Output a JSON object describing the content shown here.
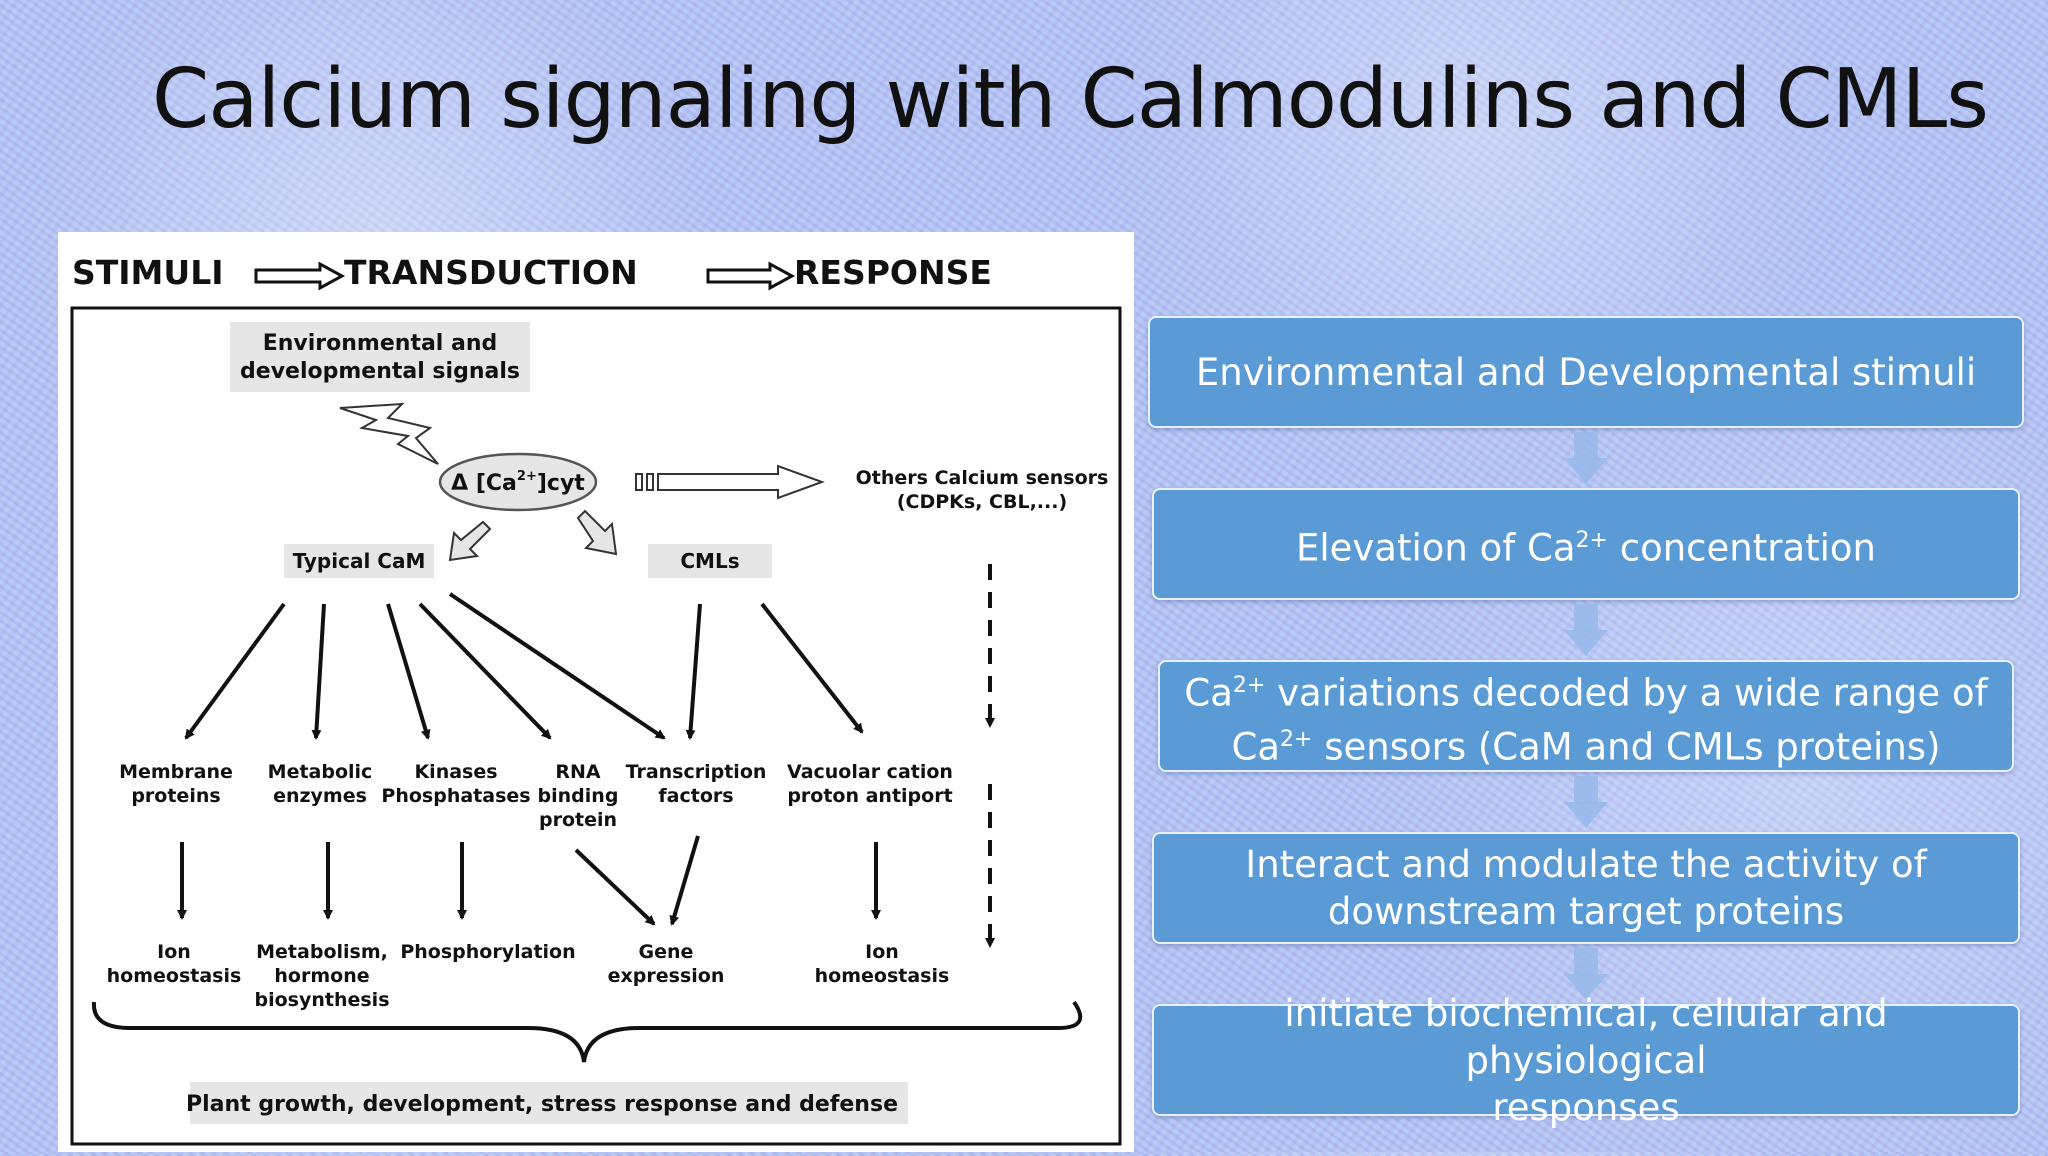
{
  "slide": {
    "title": "Calcium signaling with Calmodulins and CMLs"
  },
  "figure": {
    "header": {
      "stimuli": "STIMULI",
      "transduction": "TRANSDUCTION",
      "response": "RESPONSE"
    },
    "env_signals": [
      "Environmental and",
      "developmental signals"
    ],
    "calcium": {
      "prefix": "Δ [Ca",
      "sup": "2+",
      "suffix": "]cyt"
    },
    "other_sensors": [
      "Others Calcium sensors",
      "(CDPKs, CBL,...)"
    ],
    "typical_cam": "Typical CaM",
    "cmls": "CMLs",
    "targets": [
      [
        "Membrane",
        "proteins"
      ],
      [
        "Metabolic",
        "enzymes"
      ],
      [
        "Kinases",
        "Phosphatases"
      ],
      [
        "RNA",
        "binding",
        "protein"
      ],
      [
        "Transcription",
        "factors"
      ],
      [
        "Vacuolar cation",
        "proton antiport"
      ]
    ],
    "outcomes": [
      [
        "Ion",
        "homeostasis"
      ],
      [
        "Metabolism,",
        "hormone",
        "biosynthesis"
      ],
      [
        "Phosphorylation"
      ],
      [
        "Gene",
        "expression"
      ],
      [
        "Ion",
        "homeostasis"
      ]
    ],
    "bottom": "Plant growth, development, stress response and defense"
  },
  "steps": {
    "s1": "Environmental and Developmental stimuli",
    "s2": {
      "pre": "Elevation of Ca",
      "sup": "2+",
      "post": " concentration"
    },
    "s3": {
      "a": "Ca",
      "a_sup": "2+",
      "b": " variations decoded by a wide range of",
      "c": "Ca",
      "c_sup": "2+",
      "d": " sensors (CaM and CMLs proteins)"
    },
    "s4": [
      "Interact and modulate the activity of",
      "downstream target proteins"
    ],
    "s5": [
      "initiate biochemical, cellular and physiological",
      "responses"
    ]
  },
  "colors": {
    "step_fill": "#5b9bd5",
    "step_text": "#ffffff",
    "title_text": "#111111"
  }
}
